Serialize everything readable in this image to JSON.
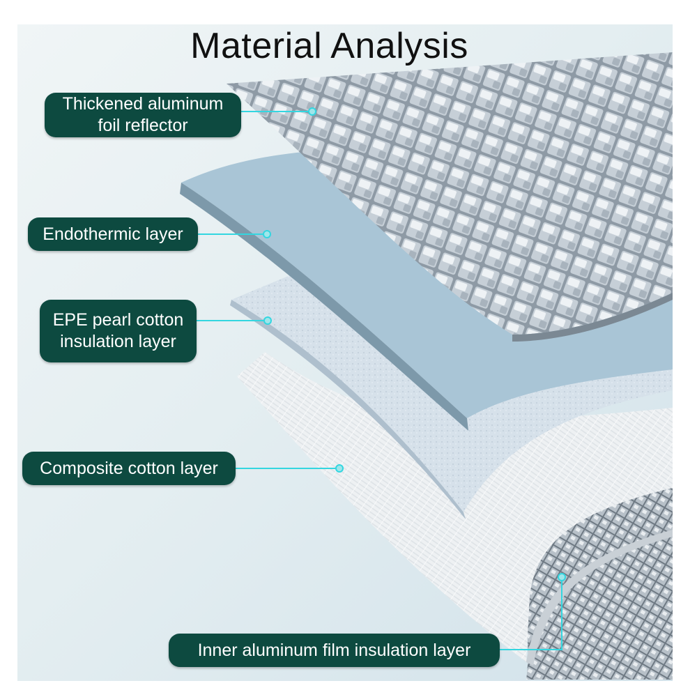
{
  "title": "Material Analysis",
  "labels": [
    {
      "line1": "Thickened aluminum",
      "line2": "foil reflector"
    },
    {
      "line1": "Endothermic layer"
    },
    {
      "line1": "EPE pearl cotton",
      "line2": "insulation layer"
    },
    {
      "line1": "Composite cotton layer"
    },
    {
      "line1": "Inner aluminum film insulation layer"
    }
  ],
  "colors": {
    "label_background": "#0d4a40",
    "leader_line": "#33d6e0",
    "endothermic_layer": "#a9c5d6",
    "background": "#dde9ee"
  }
}
